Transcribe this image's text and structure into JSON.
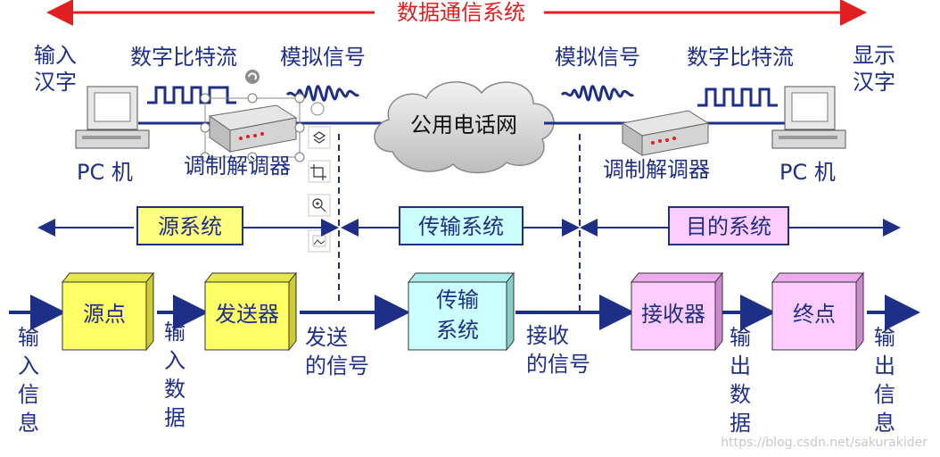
{
  "title": "数据通信系统",
  "top": {
    "left": {
      "input_label_1": "输入",
      "input_label_2": "汉字",
      "pc_label": "PC 机",
      "bitstream_label": "数字比特流",
      "analog_label": "模拟信号",
      "modem_label": "调制解调器"
    },
    "network_label": "公用电话网",
    "right": {
      "analog_label": "模拟信号",
      "bitstream_label": "数字比特流",
      "display_label_1": "显示",
      "display_label_2": "汉字",
      "modem_label": "调制解调器",
      "pc_label": "PC 机"
    }
  },
  "sections": {
    "source": "源系统",
    "transmission": "传输系统",
    "destination": "目的系统"
  },
  "flow": {
    "source_point": "源点",
    "transmitter": "发送器",
    "transmission_1": "传输",
    "transmission_2": "系统",
    "receiver": "接收器",
    "destination_point": "终点",
    "labels": {
      "input_info": [
        "输",
        "入",
        "信",
        "息"
      ],
      "input_data": [
        "输",
        "入",
        "数",
        "据"
      ],
      "sent_signal": [
        "发送",
        "的信号"
      ],
      "received_signal": [
        "接收",
        "的信号"
      ],
      "output_data": [
        "输",
        "出",
        "数",
        "据"
      ],
      "output_info": [
        "输",
        "出",
        "信",
        "息"
      ]
    }
  },
  "toolbar": {
    "layers_icon": "layers-icon",
    "crop_icon": "crop-icon",
    "zoom_icon": "zoom-in-icon",
    "image_icon": "image-icon"
  },
  "watermark": "https://blog.csdn.net/sakurakider",
  "colors": {
    "navy": "#1d2f86",
    "red": "#e02020",
    "yellow": "#ffff80",
    "cyan": "#ccffff",
    "pink": "#ffccff"
  }
}
